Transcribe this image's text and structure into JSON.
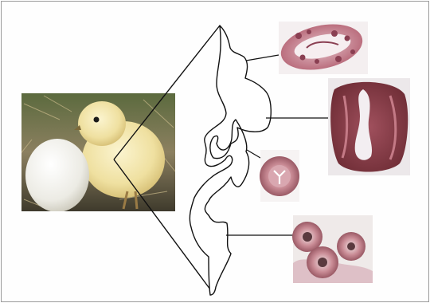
{
  "figure": {
    "photo": {
      "subject": "chick-next-to-egg",
      "colors": {
        "chick": "#ecdc9a",
        "egg": "#ecebe4",
        "straw": "#7a7452"
      }
    },
    "oviduct": {
      "subject": "hen-oviduct-outline",
      "stroke": "#111111"
    },
    "micrographs": [
      {
        "subject": "oviduct-cross-section-infundibulum",
        "stain": "#b25e6f"
      },
      {
        "subject": "oviduct-cross-section-magnum",
        "stain": "#8d3f4a"
      },
      {
        "subject": "oviduct-cross-section-isthmus",
        "stain": "#b06f7a"
      },
      {
        "subject": "oviduct-cross-sections-vagina",
        "stain": "#9a4f63"
      }
    ],
    "frame_color": "#9a9a9a"
  }
}
